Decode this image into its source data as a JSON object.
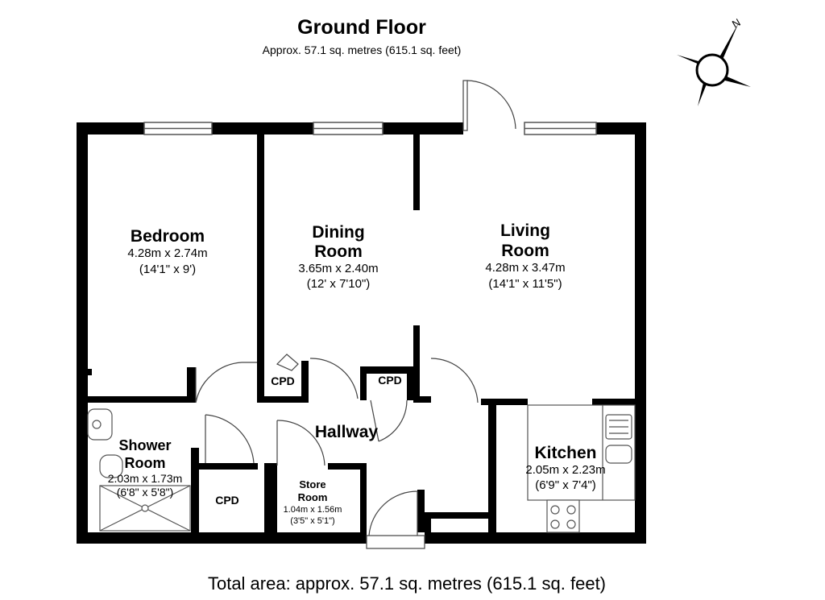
{
  "header": {
    "title": "Ground Floor",
    "subtitle": "Approx. 57.1 sq. metres (615.1 sq. feet)"
  },
  "footer": {
    "total": "Total area: approx. 57.1 sq. metres (615.1 sq. feet)"
  },
  "compass": {
    "label": "N",
    "icon": "compass-icon"
  },
  "rooms": {
    "bedroom": {
      "name": "Bedroom",
      "metric": "4.28m x 2.74m",
      "imperial": "(14'1\" x 9')"
    },
    "dining": {
      "name_line1": "Dining",
      "name_line2": "Room",
      "metric": "3.65m x 2.40m",
      "imperial": "(12' x 7'10\")"
    },
    "living": {
      "name_line1": "Living",
      "name_line2": "Room",
      "metric": "4.28m x 3.47m",
      "imperial": "(14'1\" x 11'5\")"
    },
    "hallway": {
      "name": "Hallway"
    },
    "shower": {
      "name_line1": "Shower",
      "name_line2": "Room",
      "metric": "2.03m x 1.73m",
      "imperial": "(6'8\" x 5'8\")"
    },
    "store": {
      "name_line1": "Store",
      "name_line2": "Room",
      "metric": "1.04m x 1.56m",
      "imperial": "(3'5\" x 5'1\")"
    },
    "kitchen": {
      "name": "Kitchen",
      "metric": "2.05m x 2.23m",
      "imperial": "(6'9\" x 7'4\")"
    },
    "cpd_dining": {
      "name": "CPD"
    },
    "cpd_hall": {
      "name": "CPD"
    },
    "cpd_shower": {
      "name": "CPD"
    }
  },
  "colors": {
    "wall": "#000000",
    "background": "#ffffff",
    "fixture": "#555555"
  }
}
